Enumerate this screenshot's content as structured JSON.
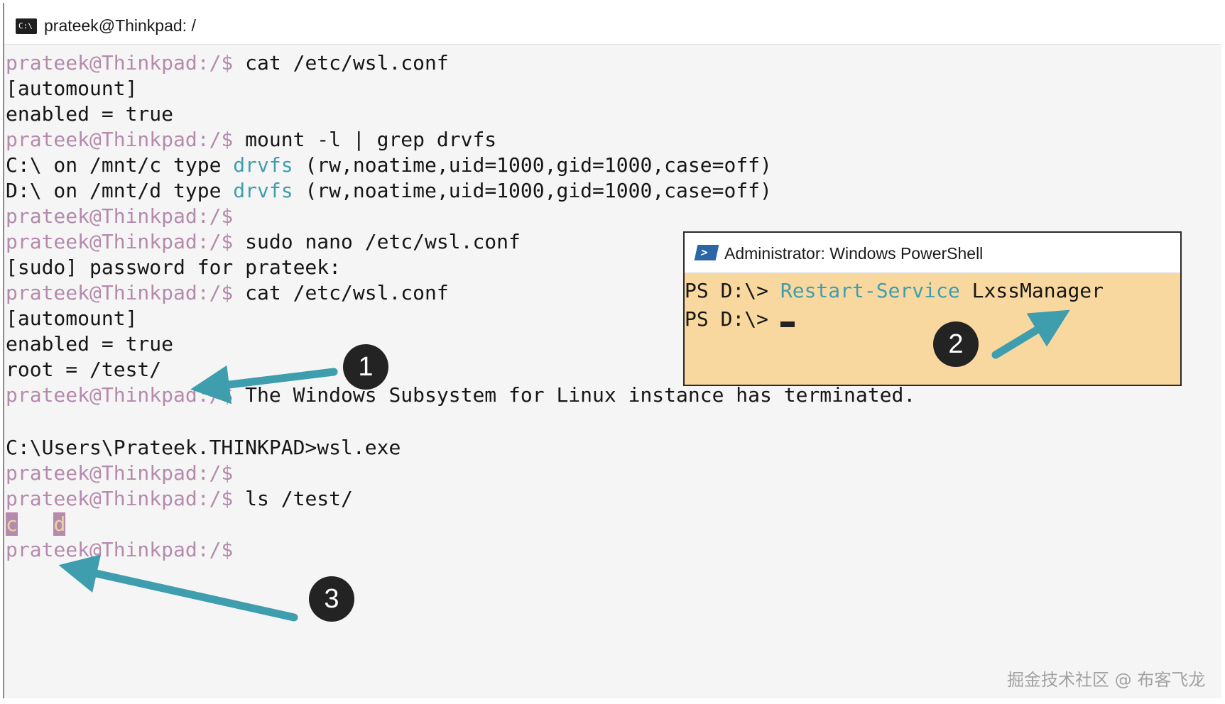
{
  "window": {
    "title": "prateek@Thinkpad: /",
    "icon": "terminal-icon"
  },
  "terminal": {
    "lines": [
      {
        "prompt": "prateek@Thinkpad:/$",
        "text": " cat /etc/wsl.conf"
      },
      {
        "text": "[automount]"
      },
      {
        "text": "enabled = true"
      },
      {
        "prompt": "prateek@Thinkpad:/$",
        "text": " mount -l | grep drvfs"
      },
      {
        "pre": "C:\\ on /mnt/c type ",
        "teal": "drvfs",
        "post": " (rw,noatime,uid=1000,gid=1000,case=off)"
      },
      {
        "pre": "D:\\ on /mnt/d type ",
        "teal": "drvfs",
        "post": " (rw,noatime,uid=1000,gid=1000,case=off)"
      },
      {
        "prompt": "prateek@Thinkpad:/$"
      },
      {
        "prompt": "prateek@Thinkpad:/$",
        "text": " sudo nano /etc/wsl.conf"
      },
      {
        "text": "[sudo] password for prateek:"
      },
      {
        "prompt": "prateek@Thinkpad:/$",
        "text": " cat /etc/wsl.conf"
      },
      {
        "text": "[automount]"
      },
      {
        "text": "enabled = true"
      },
      {
        "text": "root = /test/"
      },
      {
        "prompt": "prateek@Thinkpad:/$",
        "text": " The Windows Subsystem for Linux instance has terminated."
      },
      {
        "text": "C:\\Users\\Prateek.THINKPAD>wsl.exe"
      },
      {
        "prompt": "prateek@Thinkpad:/$"
      },
      {
        "prompt": "prateek@Thinkpad:/$",
        "text": " ls /test/"
      },
      {
        "dir1": "c",
        "dir2": "d"
      },
      {
        "prompt": "prateek@Thinkpad:/$"
      }
    ]
  },
  "powershell": {
    "title": "Administrator: Windows PowerShell",
    "icon": "powershell-icon",
    "line1_prompt": "PS D:\\> ",
    "line1_cmd": "Restart-Service",
    "line1_arg": " LxssManager",
    "line2_prompt": "PS D:\\> "
  },
  "callouts": {
    "one": "1",
    "two": "2",
    "three": "3"
  },
  "colors": {
    "prompt": "#b58aac",
    "keyword": "#3f9eae",
    "arrow": "#3f9eae",
    "powershell_bg": "#f9d8a0"
  },
  "watermark": "掘金技术社区 @ 布客飞龙"
}
